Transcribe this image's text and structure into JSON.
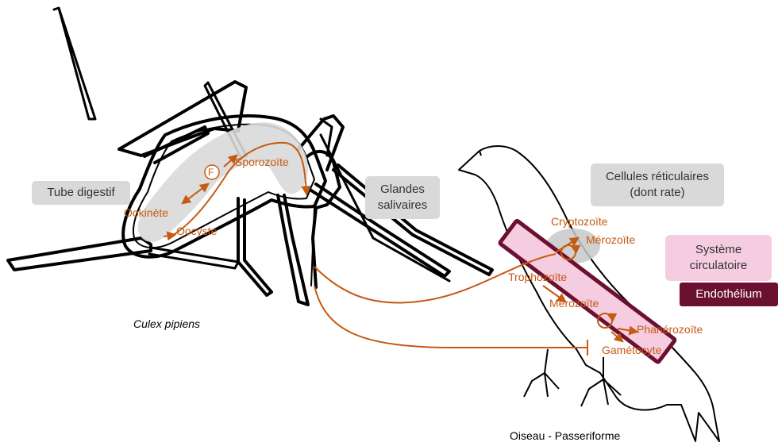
{
  "colors": {
    "orange": "#c55a11",
    "gray_box": "#d9d9d9",
    "pink_box": "#f6cce0",
    "maroon": "#6b1030",
    "outline": "#000000"
  },
  "host_labels": {
    "mosquito": "Culex pipiens",
    "bird": "Oiseau - Passeriforme"
  },
  "tissues": {
    "tube_digestif": "Tube digestif",
    "glandes_line1": "Glandes",
    "glandes_line2": "salivaires",
    "cellules_line1": "Cellules réticulaires",
    "cellules_line2": "(dont rate)",
    "systeme_line1": "Système",
    "systeme_line2": "circulatoire",
    "endothelium": "Endothélium"
  },
  "stages": {
    "sporozoite": "Sporozoïte",
    "fecondation": "F",
    "ookinete": "Ookinète",
    "oocyste": "Oocyste",
    "cryptozoite": "Cryptozoïte",
    "merozoite_1": "Mérozoïte",
    "trophozoite": "Trophozoïte",
    "merozoite_2": "Mérozoïte",
    "phanerozoite": "Phanérozoïte",
    "gametocyte": "Gamétocyte"
  }
}
